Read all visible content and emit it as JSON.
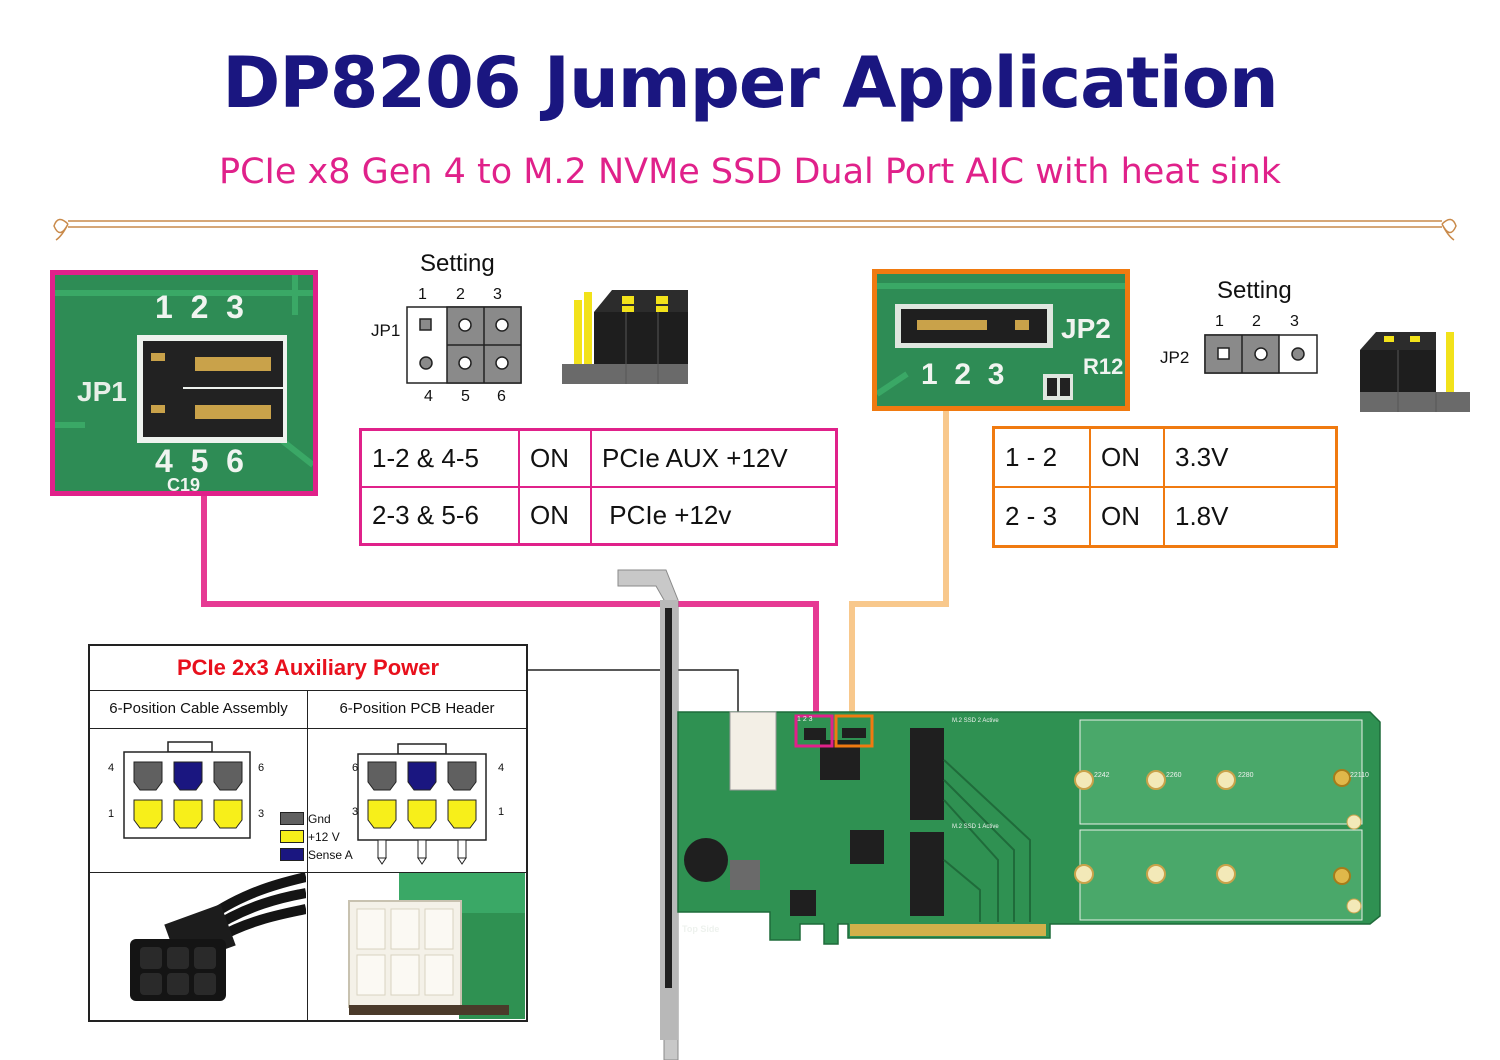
{
  "title": "DP8206 Jumper Application",
  "subtitle": "PCIe x8 Gen 4 to M.2 NVMe SSD Dual Port AIC with heat sink",
  "colors": {
    "title": "#1a1680",
    "jp1_accent": "#e0218a",
    "jp2_accent": "#f07a10",
    "jp2_line": "#f8c88c",
    "pcb_green": "#2e8c55"
  },
  "jp1": {
    "setting_label": "Setting",
    "jumper_label": "JP1",
    "pins_top": [
      "1",
      "2",
      "3"
    ],
    "pins_bottom": [
      "4",
      "5",
      "6"
    ],
    "photo_pins_top": "1  2  3",
    "photo_pins_bottom": "4  5  6",
    "photo_ref": "C19",
    "rows": [
      {
        "pins": "1-2 & 4-5",
        "state": "ON",
        "desc": "PCIe AUX +12V"
      },
      {
        "pins": "2-3 & 5-6",
        "state": "ON",
        "desc": " PCIe +12v"
      }
    ]
  },
  "jp2": {
    "setting_label": "Setting",
    "jumper_label": "JP2",
    "pins": [
      "1",
      "2",
      "3"
    ],
    "photo_pins": "1  2  3",
    "photo_ref": "R12",
    "rows": [
      {
        "pins": "1 - 2",
        "state": "ON",
        "desc": "3.3V"
      },
      {
        "pins": "2 - 3",
        "state": "ON",
        "desc": "1.8V"
      }
    ]
  },
  "aux_power": {
    "title": "PCIe 2x3 Auxiliary Power",
    "col_cable": "6-Position Cable Assembly",
    "col_header": "6-Position PCB Header",
    "cable_pins": {
      "tl": "4",
      "tr": "6",
      "bl": "1",
      "br": "3"
    },
    "header_pins": {
      "tl": "6",
      "tr": "4",
      "bl": "3",
      "br": "1"
    },
    "legend": [
      {
        "label": "Gnd",
        "color": "#606060"
      },
      {
        "label": "+12 V",
        "color": "#f7ef1a"
      },
      {
        "label": "Sense A",
        "color": "#1a1680"
      }
    ]
  },
  "board": {
    "jp1_pins": "1 2 3",
    "silk_top": "M.2 SSD 2 Active",
    "silk_bottom": "M.2 SSD 1 Active",
    "hole_labels": [
      "2242",
      "2260",
      "2280",
      "22110"
    ],
    "side_label": "Top Side"
  }
}
